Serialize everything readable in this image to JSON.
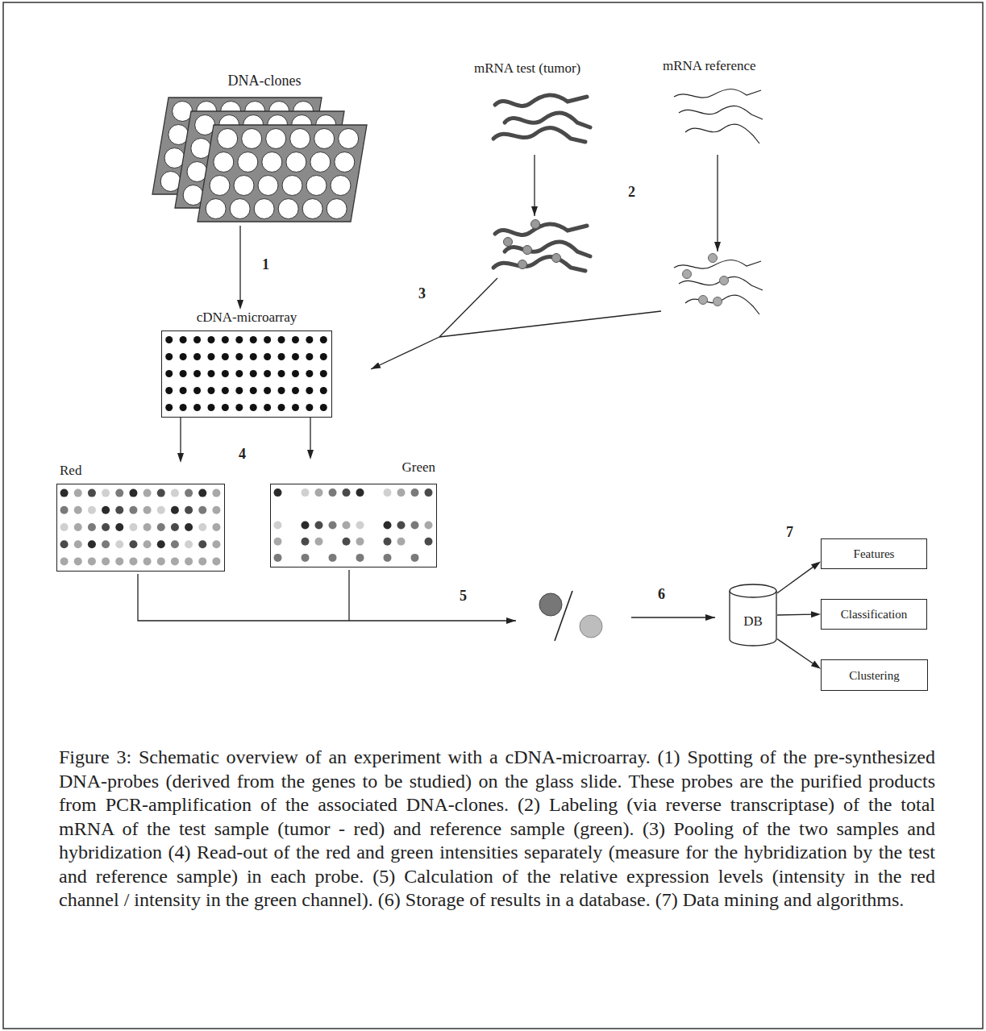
{
  "diagram": {
    "caption": "Figure 3: Schematic overview of an experiment with a cDNA-microarray. (1) Spotting of the pre-synthesized DNA-probes (derived from the genes to be studied) on the glass slide. These probes are the purified products from PCR-amplification of the associated DNA-clones. (2) Labeling (via reverse transcriptase) of the total mRNA of the test sample (tumor - red) and reference sample (green). (3) Pooling of the two samples and hybridization (4) Read-out of the red and green intensities separately (measure for the hybridization by the test and reference sample) in each probe. (5) Calculation of the relative expression levels (intensity in the red channel / intensity in the green channel). (6) Storage of results in a database. (7) Data mining and algorithms.",
    "nodes": [
      {
        "text": [
          "DNA-clones"
        ]
      },
      {
        "text": [
          "cDNA-microarray"
        ]
      },
      {
        "text": [
          "Red"
        ]
      },
      {
        "text": [
          "Green"
        ]
      },
      {
        "text": [
          "DB"
        ]
      },
      {
        "text": [
          "Features"
        ]
      },
      {
        "text": [
          "Classification"
        ]
      },
      {
        "text": [
          "Clustering"
        ]
      }
    ],
    "edges": [
      {
        "from": 0,
        "to": 1,
        "arrow": "to"
      },
      {
        "from": 1,
        "to": 2,
        "arrow": "to"
      },
      {
        "from": 1,
        "to": 3,
        "arrow": "to"
      },
      {
        "from": 4,
        "to": 5,
        "arrow": "to"
      },
      {
        "from": 4,
        "to": 6,
        "arrow": "to"
      },
      {
        "from": 4,
        "to": 7,
        "arrow": "to"
      }
    ],
    "labels": [
      "mRNA test (tumor)",
      "mRNA reference",
      "2",
      "1",
      "3",
      "4",
      "5",
      "6",
      "7"
    ]
  }
}
